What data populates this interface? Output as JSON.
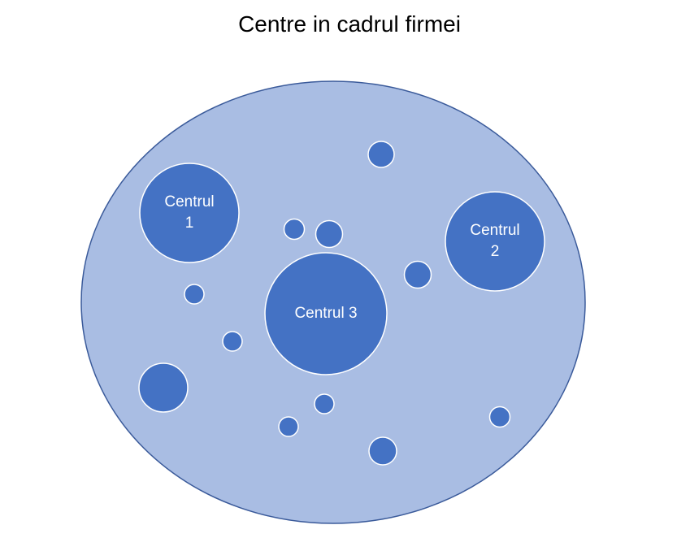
{
  "title": "Centre in cadrul firmei",
  "colors": {
    "outer_fill": "#a9bde3",
    "outer_stroke": "#3a5a9a",
    "circle_fill": "#4472c4",
    "circle_stroke": "#ffffff",
    "label_color": "#ffffff"
  },
  "centers": [
    {
      "id": "centrul-1",
      "lines": [
        "Centrul",
        "1"
      ]
    },
    {
      "id": "centrul-2",
      "lines": [
        "Centrul",
        "2"
      ]
    },
    {
      "id": "centrul-3",
      "lines": [
        "Centrul 3"
      ]
    }
  ]
}
